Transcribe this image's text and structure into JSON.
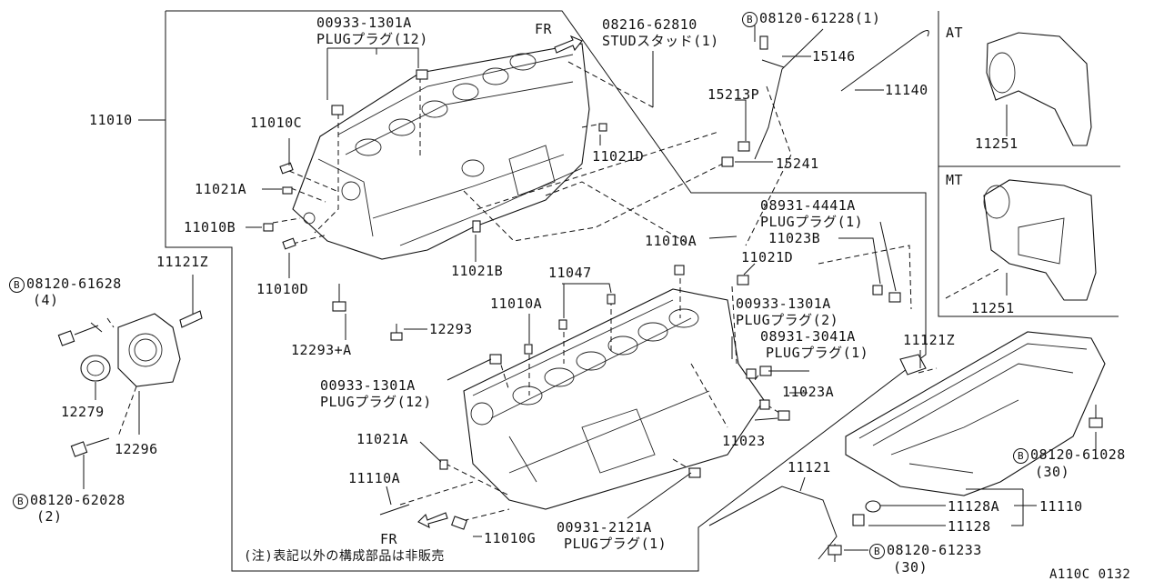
{
  "labels": {
    "p11010": "11010",
    "p00933_top": "00933-1301A",
    "plug_top": "PLUGプラグ(12)",
    "fr_top": "FR",
    "p08216": "08216-62810",
    "stud": "STUDスタッド(1)",
    "p08120_61228": "08120-61228(1)",
    "p15146": "15146",
    "p11140": "11140",
    "p15213P": "15213P",
    "p15241": "15241",
    "p11010C": "11010C",
    "p11021D_top": "11021D",
    "p11021A_top": "11021A",
    "p11010B": "11010B",
    "p11010D": "11010D",
    "p11021B": "11021B",
    "p11010A_r": "11010A",
    "p08931_4441A": "08931-4441A",
    "plug_1a": "PLUGプラグ(1)",
    "p11023B": "11023B",
    "p11021D_mid": "11021D",
    "p11047": "11047",
    "p11010A_m": "11010A",
    "p00933_mid": "00933-1301A",
    "plug_2": "PLUGプラグ(2)",
    "p08931_3041A": "08931-3041A",
    "plug_1b": "PLUGプラグ(1)",
    "p11121Z_l": "11121Z",
    "p08120_61628": "08120-61628",
    "qty4": "(4)",
    "p12293A": "12293+A",
    "p12293": "12293",
    "p00933_low": "00933-1301A",
    "plug_12_low": "PLUGプラグ(12)",
    "p11023A": "11023A",
    "p11023": "11023",
    "p12279": "12279",
    "p12296": "12296",
    "p11021A_low": "11021A",
    "p11110A": "11110A",
    "p08120_62028": "08120-62028",
    "qty2": "(2)",
    "fr_low": "FR",
    "p11010G": "11010G",
    "p00931_2121A": "00931-2121A",
    "plug_1c": "PLUGプラグ(1)",
    "note": "(注)表記以外の構成部品は非販売",
    "p11121": "11121",
    "p11121Z_r": "11121Z",
    "p08120_61028": "08120-61028",
    "qty30a": "(30)",
    "p11128A": "11128A",
    "p11128": "11128",
    "p11110": "11110",
    "p08120_61233": "08120-61233",
    "qty30b": "(30)",
    "at": "AT",
    "mt": "MT",
    "p11251_at": "11251",
    "p11251_mt": "11251",
    "ref": "A110C 0132",
    "b": "B"
  }
}
